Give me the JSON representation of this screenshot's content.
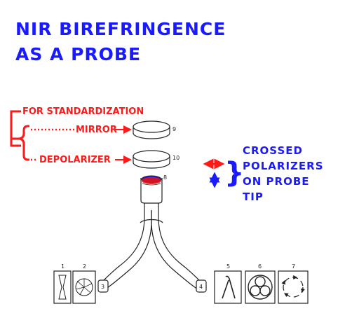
{
  "title": {
    "line1": "NIR BIREFRINGENCE",
    "line2": "AS A PROBE"
  },
  "annotations": {
    "for_standardization": "FOR STANDARDIZATION",
    "mirror": "MIRROR",
    "depolarizer": "DEPOLARIZER",
    "crossed": "CROSSED",
    "polarizers": "POLARIZERS",
    "on_probe": "ON PROBE",
    "tip": "TIP",
    "brace": "}"
  },
  "component_numbers": {
    "n1": "1",
    "n2": "2",
    "n3": "3",
    "n4": "4",
    "n5": "5",
    "n6": "6",
    "n7": "7",
    "n8": "8",
    "n9": "9",
    "n10": "10"
  },
  "colors": {
    "title_blue": "#1a1aff",
    "annotation_red": "#ff1a1a",
    "line_black": "#222222"
  },
  "icons": [
    "mirror-disc-icon",
    "depolarizer-disc-icon",
    "probe-tip-icon",
    "bifurcated-fiber-icon",
    "hourglass-icon",
    "fan-icon",
    "fiber-end-3-icon",
    "fiber-end-4-icon",
    "lambda-icon",
    "three-circles-icon",
    "circle-arrows-icon",
    "horizontal-arrow-icon",
    "vertical-arrow-icon"
  ]
}
